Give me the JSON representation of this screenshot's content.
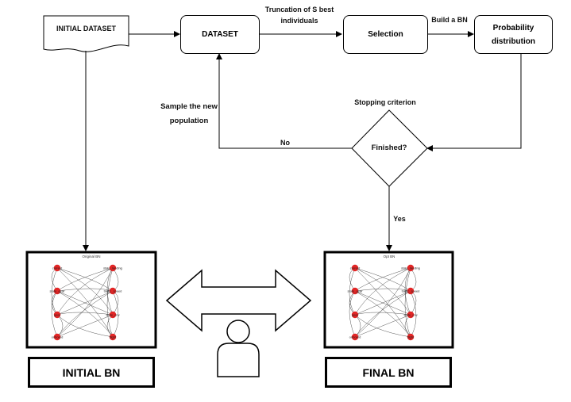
{
  "nodes": {
    "initial_dataset": "INITIAL DATASET",
    "dataset": "DATASET",
    "selection": "Selection",
    "probability_distribution": "Probability distribution",
    "finished": "Finished?"
  },
  "edge_labels": {
    "truncation": "Truncation of S best individuals",
    "build_bn": "Build a BN",
    "stopping_criterion": "Stopping criterion",
    "sample_new_population": "Sample the new population",
    "no": "No",
    "yes": "Yes"
  },
  "panels": {
    "initial": {
      "title": "INITIAL BN",
      "graph_title": "Original BN",
      "node_labels": [
        "current",
        "state_landing",
        "state_gear",
        "traffic_speed",
        "gear",
        "state_crw",
        "onboard",
        "flight"
      ]
    },
    "final": {
      "title": "FINAL BN",
      "graph_title": "Opt BN",
      "node_labels": [
        "current",
        "state_landing",
        "state_gear",
        "traffic_speed",
        "gear",
        "state_crw",
        "onboard",
        "flight"
      ]
    }
  },
  "icons": {
    "arrow": "double-arrow-icon",
    "person": "person-icon"
  }
}
